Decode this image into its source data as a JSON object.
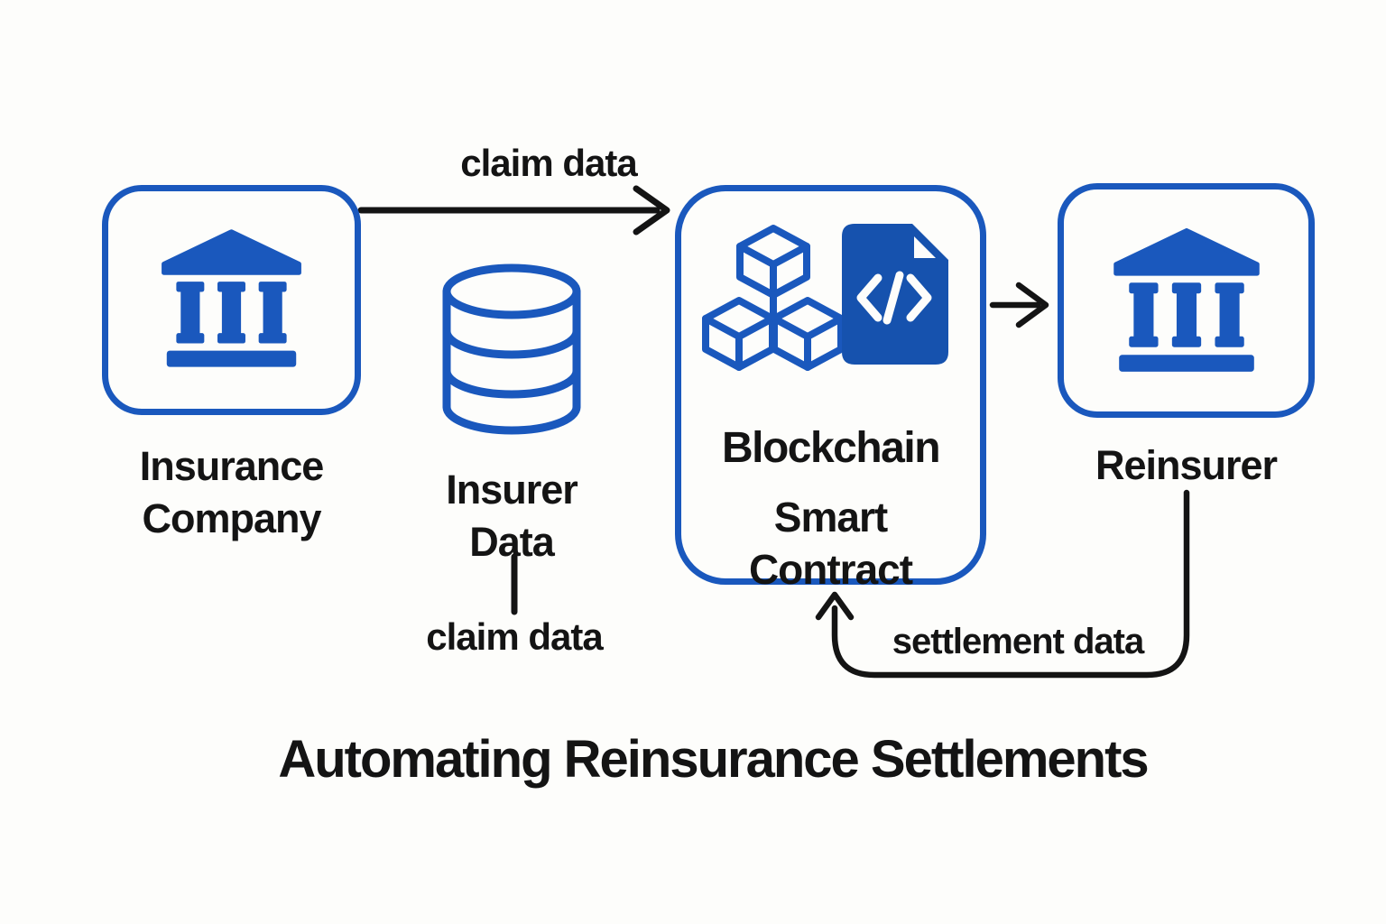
{
  "title": "Automating Reinsurance Settlements",
  "colors": {
    "blue": "#1A58BD",
    "blue_dark": "#1652AE",
    "ink": "#141414",
    "background": "#FDFDFB"
  },
  "nodes": {
    "insurance": {
      "label": "Insurance\nCompany",
      "icon": "bank-icon"
    },
    "insurer_data": {
      "label": "Insurer\nData",
      "icon": "database-icon"
    },
    "blockchain": {
      "label_primary": "Blockchain",
      "label_secondary": "Smart\nContract",
      "icons": [
        "blockchain-cubes-icon",
        "code-file-icon"
      ]
    },
    "reinsurer": {
      "label": "Reinsurer",
      "icon": "bank-icon"
    }
  },
  "edges": {
    "claim_from_insurance": {
      "label": "claim data",
      "from": "insurance",
      "to": "blockchain"
    },
    "claim_from_insurer_data": {
      "label": "claim data",
      "from": "insurer_data"
    },
    "blockchain_to_reinsurer": {
      "label": "",
      "from": "blockchain",
      "to": "reinsurer"
    },
    "settlement": {
      "label": "settlement data",
      "from": "reinsurer",
      "to": "blockchain"
    }
  }
}
